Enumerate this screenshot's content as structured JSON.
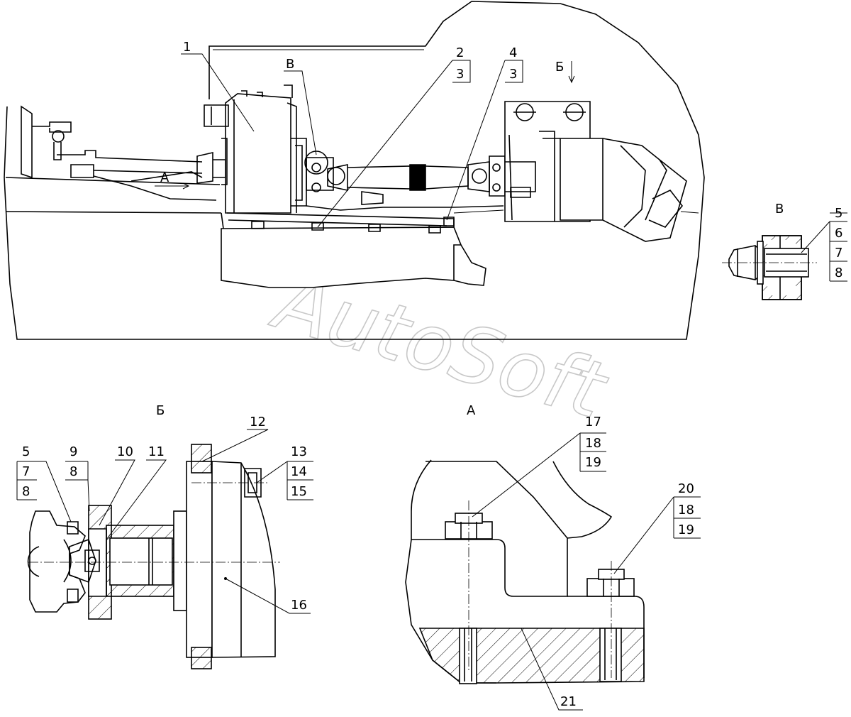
{
  "watermark": "AutoSoft",
  "view_labels": {
    "b_top": "Б",
    "v_detail": "В",
    "b_view": "Б",
    "a_view": "А",
    "arrow_a": "А",
    "v_callout": "В"
  },
  "callouts": {
    "c1": "1",
    "c2": "2",
    "c2_sub": "3",
    "c4": "4",
    "c4_sub": "3",
    "cv_stack": [
      "5",
      "6",
      "7",
      "8"
    ],
    "cb_left": [
      "5",
      "7",
      "8"
    ],
    "cb_9": [
      "9",
      "8"
    ],
    "c10": "10",
    "c11": "11",
    "c12": "12",
    "cb_13": [
      "13",
      "14",
      "15"
    ],
    "c16": "16",
    "ca_17": [
      "17",
      "18",
      "19"
    ],
    "ca_20": [
      "20",
      "18",
      "19"
    ],
    "c21": "21"
  }
}
